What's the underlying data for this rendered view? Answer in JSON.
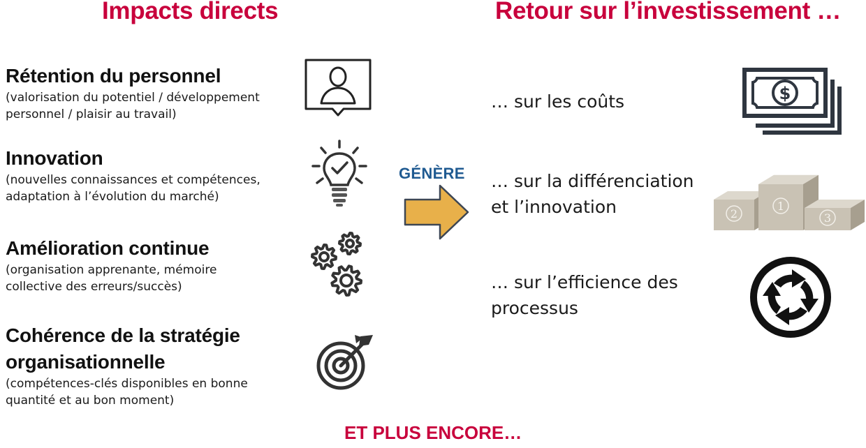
{
  "headings": {
    "left": "Impacts directs",
    "right": "Retour sur l’investissement …"
  },
  "impacts": [
    {
      "title": "Rétention du personnel",
      "desc_lines": [
        "(valorisation du potentiel / développement",
        "personnel / plaisir au travail)"
      ],
      "icon": "person-presentation-icon"
    },
    {
      "title": "Innovation",
      "desc_lines": [
        "(nouvelles connaissances et compétences,",
        "adaptation à l’évolution du marché)"
      ],
      "icon": "lightbulb-check-icon"
    },
    {
      "title": "Amélioration continue",
      "desc_lines": [
        "(organisation apprenante, mémoire",
        "collective des erreurs/succès)"
      ],
      "icon": "gears-icon"
    },
    {
      "title_lines": [
        "Cohérence de la stratégie",
        "organisationnelle"
      ],
      "desc_lines": [
        "(compétences-clés disponibles en bonne",
        "quantité et au bon moment)"
      ],
      "icon": "target-arrow-icon"
    }
  ],
  "arrow_label": "GÉNÈRE",
  "returns": [
    {
      "lines": [
        "… sur les coûts"
      ],
      "icon": "banknotes-dollar-icon"
    },
    {
      "lines": [
        "… sur la différenciation",
        "et l’innovation"
      ],
      "icon": "podium-icon",
      "podium_labels": [
        "2",
        "1",
        "3"
      ]
    },
    {
      "lines": [
        "… sur l’efficience des",
        "processus"
      ],
      "icon": "cycle-arrows-icon"
    }
  ],
  "footer": "ET PLUS ENCORE…",
  "colors": {
    "accent": "#c8003c",
    "genere": "#1f5a91",
    "arrow_fill": "#e8b04a",
    "arrow_stroke": "#3d4653",
    "podium": "#c9c2b4"
  }
}
